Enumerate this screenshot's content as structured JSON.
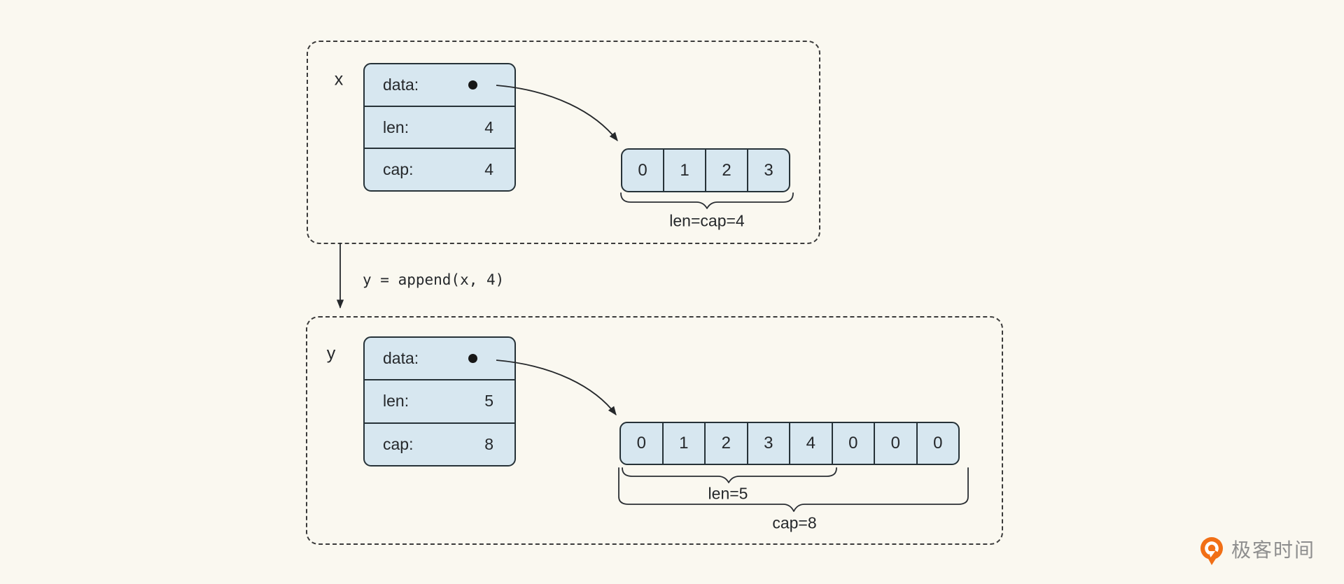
{
  "colors": {
    "background": "#FAF8F0",
    "cell_fill": "#D7E7F0",
    "line": "#263238",
    "dashed_border": "#3B3B3B",
    "logo_orange": "#F16F16",
    "logo_text_gray": "#8E8E8E"
  },
  "top_group": {
    "var_label": "x",
    "struct_fields": [
      {
        "label": "data:",
        "value": ""
      },
      {
        "label": "len:",
        "value": "4"
      },
      {
        "label": "cap:",
        "value": "4"
      }
    ],
    "array_cells": [
      "0",
      "1",
      "2",
      "3"
    ],
    "brace_label": "len=cap=4"
  },
  "transition_code": "y = append(x, 4)",
  "bottom_group": {
    "var_label": "y",
    "struct_fields": [
      {
        "label": "data:",
        "value": ""
      },
      {
        "label": "len:",
        "value": "5"
      },
      {
        "label": "cap:",
        "value": "8"
      }
    ],
    "array_cells": [
      "0",
      "1",
      "2",
      "3",
      "4",
      "0",
      "0",
      "0"
    ],
    "len_brace_label": "len=5",
    "cap_brace_label": "cap=8"
  },
  "branding": {
    "logo_text": "极客时间"
  }
}
